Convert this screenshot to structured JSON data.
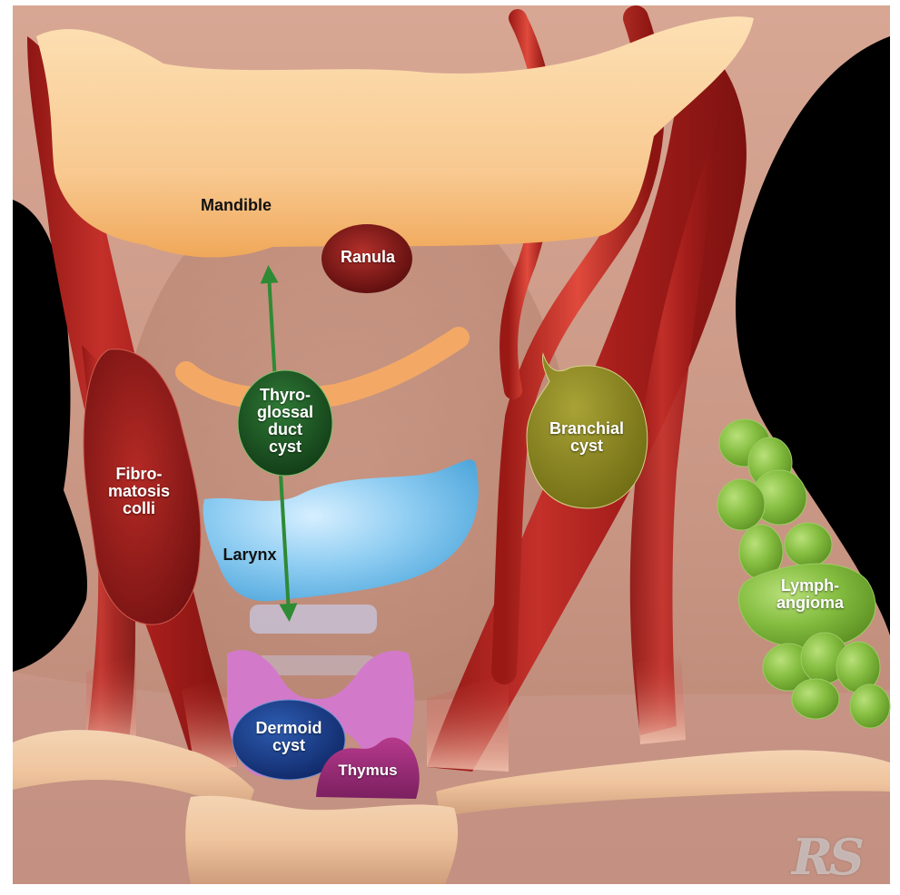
{
  "labels": {
    "mandible": "Mandible",
    "ranula": "Ranula",
    "thyroglossal": "Thyro-\nglossal\nduct\ncyst",
    "branchial": "Branchial\ncyst",
    "fibromatosis": "Fibro-\nmatosis\ncolli",
    "larynx": "Larynx",
    "lymphangioma": "Lymph-\nangioma",
    "dermoid": "Dermoid\ncyst",
    "thymus": "Thymus"
  },
  "signature": "RS",
  "colors": {
    "background_dark": "#000000",
    "skin": "#c99886",
    "bone": "#f6c58a",
    "hyoid": "#f3a965",
    "muscle": "#b2231f",
    "artery": "#c8302a",
    "larynx": "#7fc4ea",
    "trachea": "#bfb4cc",
    "thyroid": "#d27ac9",
    "ranula": "#8a1d1d",
    "thyroglossal_cyst": "#1f5a26",
    "duct_arrow": "#2f8a34",
    "branchial_cyst": "#8a8a22",
    "fibromatosis": "#9a1e1c",
    "lymphangioma": "#7cb23a",
    "dermoid_cyst": "#1a3d84",
    "thymus": "#a0307b"
  }
}
